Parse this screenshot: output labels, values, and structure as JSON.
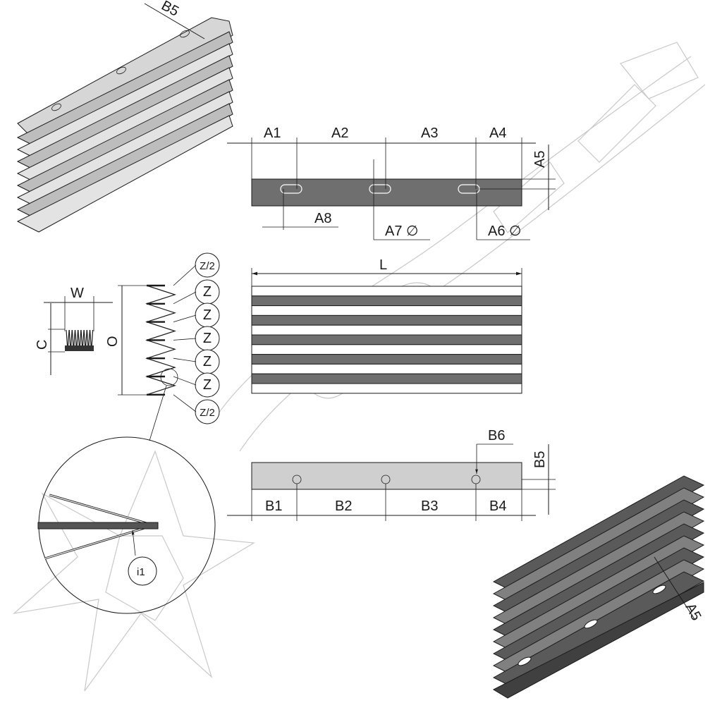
{
  "top_view": {
    "dims": [
      "A1",
      "A2",
      "A3",
      "A4"
    ],
    "a5": "A5",
    "a6": "A6 ∅",
    "a7": "A7 ∅",
    "a8": "A8"
  },
  "bottom_view": {
    "dims": [
      "B1",
      "B2",
      "B3",
      "B4"
    ],
    "b5": "B5",
    "b6": "B6"
  },
  "front_view": {
    "length": "L"
  },
  "profile": {
    "width": "W",
    "compressed": "C",
    "open": "O",
    "fold_labels": [
      "Z/2",
      "Z",
      "Z",
      "Z",
      "Z",
      "Z",
      "Z/2"
    ],
    "detail": "i1"
  },
  "iso_top_left": {
    "label": "B5"
  },
  "iso_bottom_right": {
    "label": "A5"
  }
}
